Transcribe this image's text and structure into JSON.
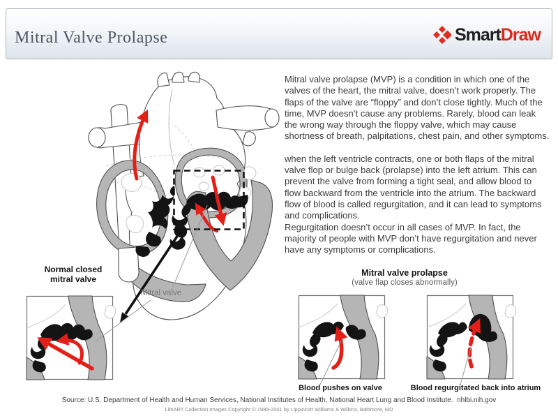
{
  "header": {
    "title": "Mitral Valve Prolapse",
    "logo": {
      "smart": "Smart",
      "draw": "Draw"
    }
  },
  "article": {
    "paragraphs": [
      "Mitral valve prolapse (MVP) is a condition in which one of the valves of the heart, the mitral valve, doesn’t work properly. The flaps of the valve are “floppy” and don’t close tightly. Much of the time, MVP doesn’t cause any problems. Rarely, blood can leak the wrong way through the floppy valve, which may cause shortness of breath, palpitations, chest pain, and other symptoms.",
      "when the left ventricle contracts, one or both flaps of the mitral valve flop or bulge back (prolapse) into the left atrium. This can prevent the valve from forming a tight seal, and allow blood to flow backward from the ventricle into the atrium. The backward flow of blood is called regurgitation, and it can lead to symptoms and complications.",
      "Regurgitation doesn’t occur in all cases of MVP. In fact, the majority of people with MVP don’t have regurgitation and never have any symptoms or complications."
    ]
  },
  "diagram": {
    "labels": {
      "normal_valve": "Normal closed mitral valve",
      "mitral_valve": "Mitral valve",
      "prolapse_title": "Mitral valve prolapse",
      "prolapse_subtitle": "(valve flap closes abnormally)",
      "pushes_on_valve": "Blood pushes on valve",
      "regurgitated": "Blood regurgitated back into atrium"
    },
    "colors": {
      "arrow_red": "#e31f18",
      "heart_wall_gray": "#b5b5b5",
      "valve_black": "#141414",
      "logo_red": "#d9291c"
    }
  },
  "footer": {
    "source": "Source: U.S. Department of Health and Human Services, National Institutes of Health, National Heart Lung and Blood Institute.  nhlbi.nih.gov",
    "copyright": "LifeART Collection Images Copyright © 1989-2001 by Lippincott Williams & Wilkins, Baltimore, MD"
  }
}
